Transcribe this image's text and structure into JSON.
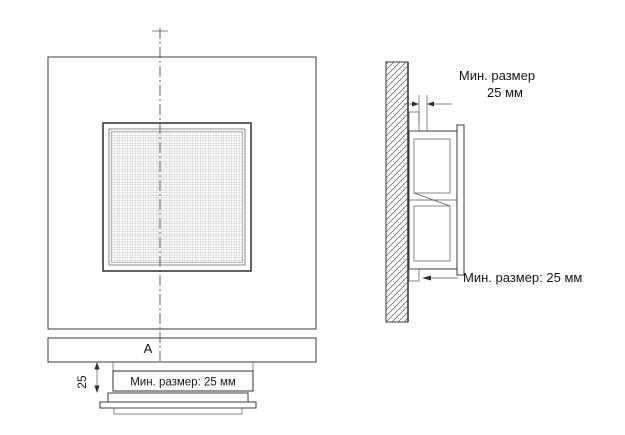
{
  "diagram": {
    "front_view": {
      "section_label": "A"
    },
    "bottom_view": {
      "gap_value": "25",
      "min_size_label": "Мин. размер: 25 мм"
    },
    "section_view": {
      "min_size_top_line1": "Мин. размер",
      "min_size_top_line2": "25 мм",
      "min_size_bottom_label": "Мин. размер: 25 мм"
    }
  }
}
